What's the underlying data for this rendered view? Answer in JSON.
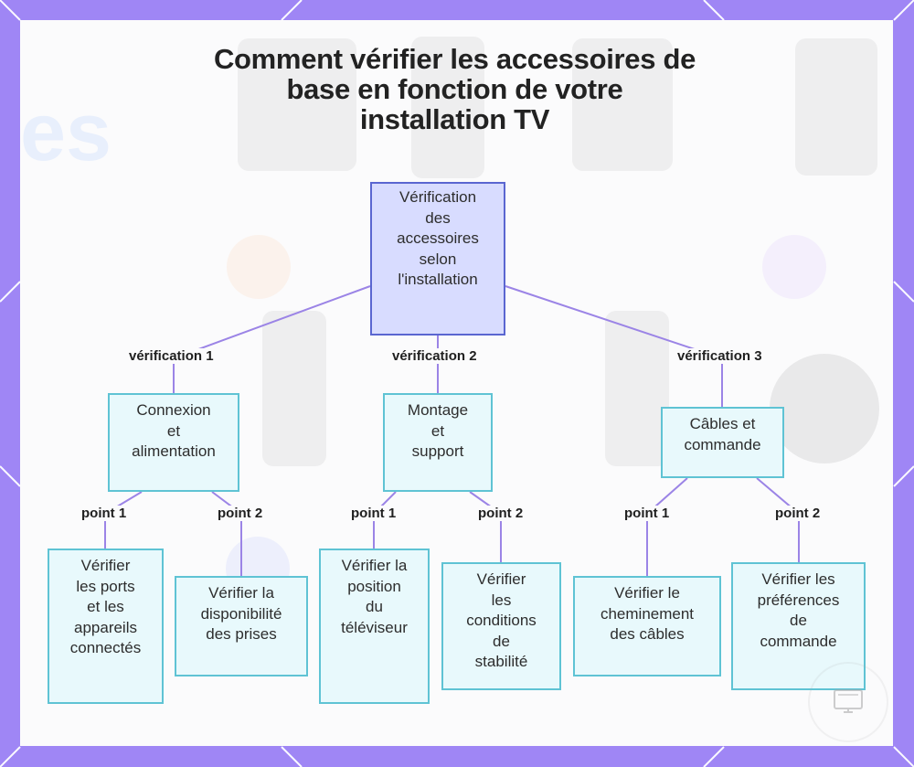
{
  "title": "Comment vérifier les accessoires de\nbase en fonction de votre\ninstallation TV",
  "diagram": {
    "root": "Vérification\ndes\naccessoires\nselon\nl'installation",
    "branches": [
      {
        "edge_label": "vérification 1",
        "label": "Connexion\net\nalimentation",
        "children": [
          {
            "edge_label": "point 1",
            "label": "Vérifier\nles ports\net les\nappareils\nconnectés"
          },
          {
            "edge_label": "point 2",
            "label": "Vérifier la\ndisponibilité\ndes prises"
          }
        ]
      },
      {
        "edge_label": "vérification 2",
        "label": "Montage\net\nsupport",
        "children": [
          {
            "edge_label": "point 1",
            "label": "Vérifier la\nposition\ndu\ntéléviseur"
          },
          {
            "edge_label": "point 2",
            "label": "Vérifier\nles\nconditions\nde\nstabilité"
          }
        ]
      },
      {
        "edge_label": "vérification 3",
        "label": "Câbles et\ncommande",
        "children": [
          {
            "edge_label": "point 1",
            "label": "Vérifier le\ncheminement\ndes câbles"
          },
          {
            "edge_label": "point 2",
            "label": "Vérifier les\npréférences\nde\ncommande"
          }
        ]
      }
    ]
  },
  "colors": {
    "background": "#9f86f5",
    "panel": "#fbfbfc",
    "edge": "#9b84e6",
    "node_fill": "#e8f9fc",
    "node_border": "#5fc3d4",
    "root_fill": "#d8dcff",
    "root_border": "#5a66d1"
  },
  "icons": {
    "badge": "tv-badge-icon"
  }
}
